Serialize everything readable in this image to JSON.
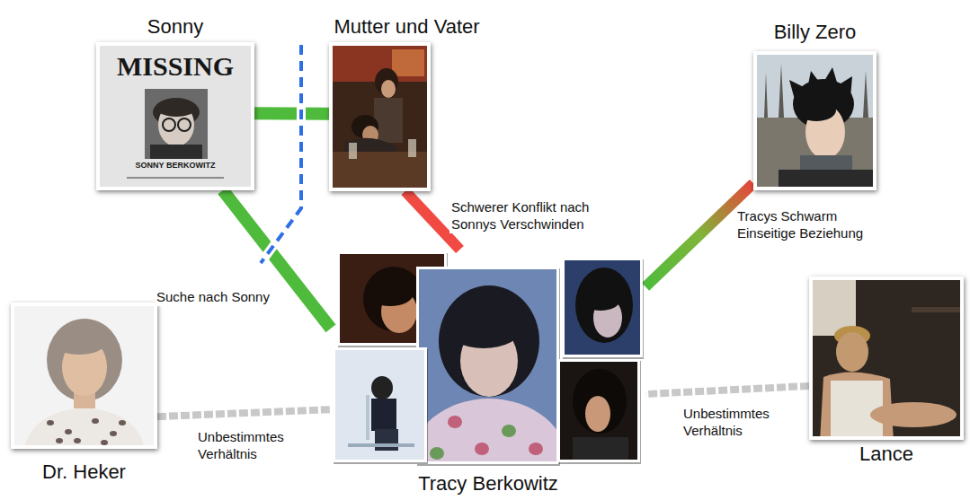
{
  "diagram": {
    "nodes": [
      {
        "text": [
          "Sonny",
          "MISSING",
          "SONNY BERKOWITZ"
        ]
      },
      {
        "text": [
          "Mutter und Vater"
        ]
      },
      {
        "text": [
          "Billy Zero"
        ]
      },
      {
        "text": [
          "Dr. Heker"
        ]
      },
      {
        "text": [
          "Tracy Berkowitz"
        ]
      },
      {
        "text": [
          "Lance"
        ]
      }
    ],
    "edges": [
      {
        "from": 0,
        "to": 4,
        "arrow": "none",
        "label": "Suche nach Sonny"
      },
      {
        "from": 0,
        "to": 1,
        "arrow": "none"
      },
      {
        "from": 1,
        "to": 4,
        "arrow": "none",
        "label": "Schwerer Konflikt nach Sonnys Verschwinden"
      },
      {
        "from": 2,
        "to": 4,
        "arrow": "none",
        "label": "Tracys Schwarm Einseitige Beziehung"
      },
      {
        "from": 3,
        "to": 4,
        "arrow": "none",
        "label": "Unbestimmtes Verhältnis"
      },
      {
        "from": 5,
        "to": 4,
        "arrow": "none",
        "label": "Unbestimmtes Verhältnis"
      }
    ]
  }
}
